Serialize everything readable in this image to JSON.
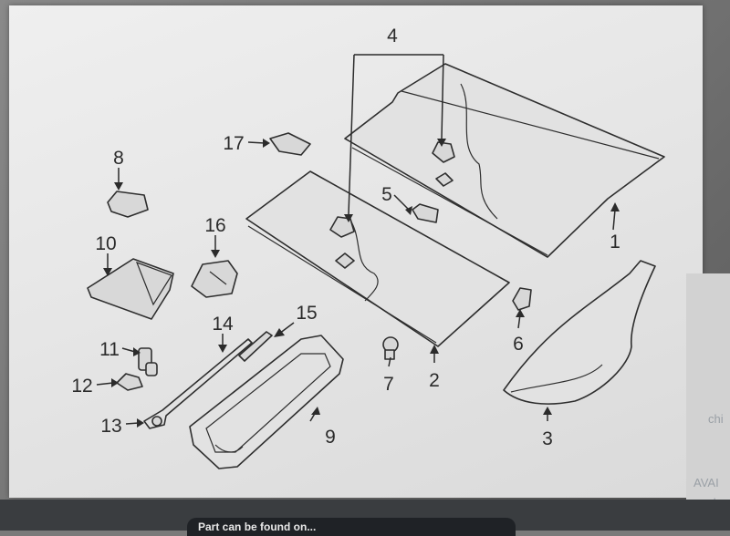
{
  "diagram": {
    "callouts": [
      "1",
      "2",
      "3",
      "4",
      "5",
      "6",
      "7",
      "8",
      "9",
      "10",
      "11",
      "12",
      "13",
      "14",
      "15",
      "16",
      "17"
    ]
  },
  "side_labels": [
    "chi",
    "AVAI",
    "anul"
  ],
  "tooltip": "Part can be found on..."
}
